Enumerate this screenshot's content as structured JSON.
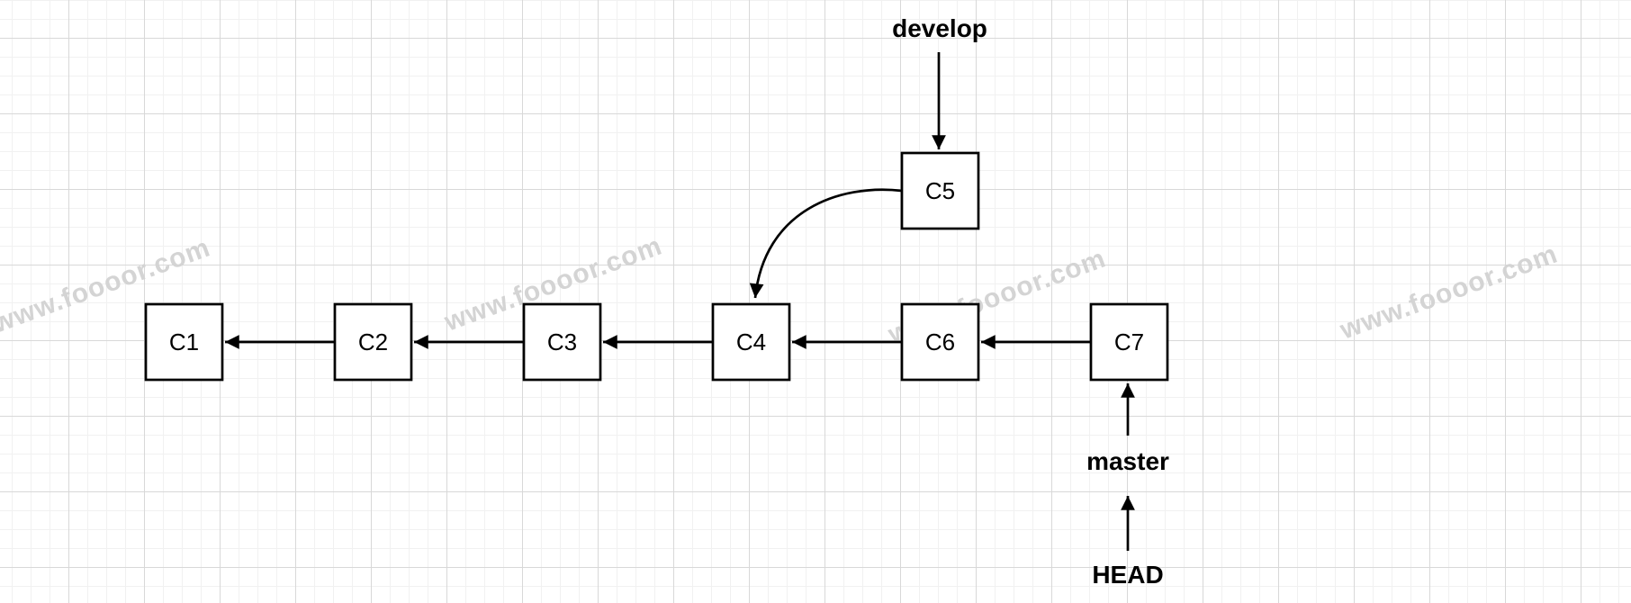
{
  "diagram": {
    "type": "git-commit-graph",
    "watermark": {
      "text": "www.foooor.com",
      "color": "#d4d4d4"
    },
    "colors": {
      "background": "#ffffff",
      "grid_minor": "#f1f1f1",
      "grid_major": "#d8d8d8",
      "shape_fill": "#ffffff",
      "shape_stroke": "#000000",
      "text": "#000000"
    },
    "commits": [
      {
        "label": "C1"
      },
      {
        "label": "C2"
      },
      {
        "label": "C3"
      },
      {
        "label": "C4"
      },
      {
        "label": "C5"
      },
      {
        "label": "C6"
      },
      {
        "label": "C7"
      }
    ],
    "edges": [
      {
        "from": "C2",
        "to": "C1"
      },
      {
        "from": "C3",
        "to": "C2"
      },
      {
        "from": "C4",
        "to": "C3"
      },
      {
        "from": "C5",
        "to": "C4"
      },
      {
        "from": "C6",
        "to": "C4"
      },
      {
        "from": "C7",
        "to": "C6"
      }
    ],
    "refs": [
      {
        "label": "develop",
        "points_to": "C5"
      },
      {
        "label": "master",
        "points_to": "C7"
      },
      {
        "label": "HEAD",
        "points_to": "master"
      }
    ]
  }
}
